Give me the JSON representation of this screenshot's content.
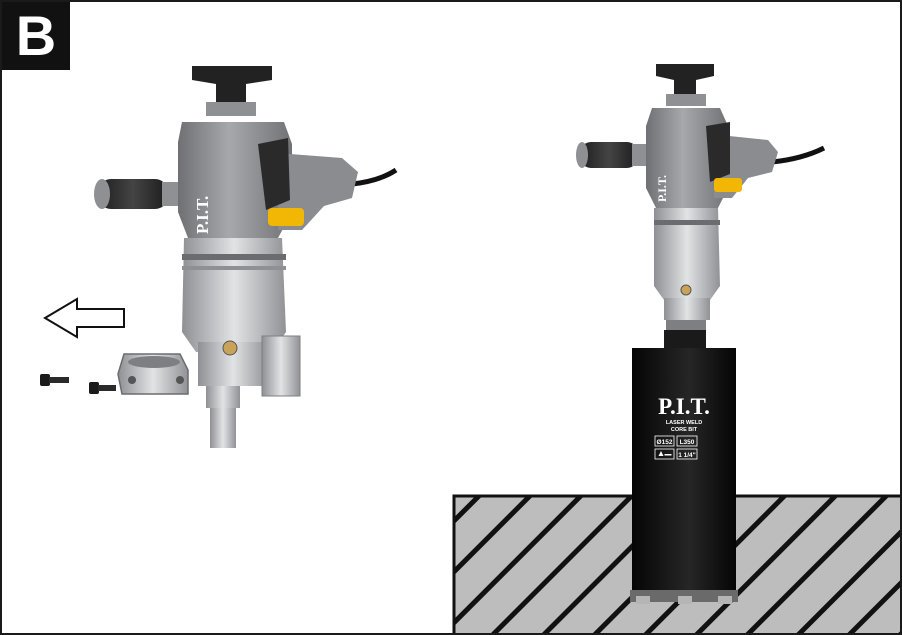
{
  "panel": {
    "label": "B"
  },
  "drill_left": {
    "brand": "P.I.T."
  },
  "drill_right": {
    "brand": "P.I.T."
  },
  "core_bit": {
    "brand": "P.I.T.",
    "line1": "LASER WELD",
    "line2": "CORE BIT",
    "diameter": "Ø152",
    "length": "L350",
    "thread": "1 1/4\""
  },
  "colors": {
    "body_gray": "#8d8f93",
    "dark": "#2a2a2a",
    "accent_yellow": "#f2b705",
    "metal": "#c4c6c9"
  }
}
